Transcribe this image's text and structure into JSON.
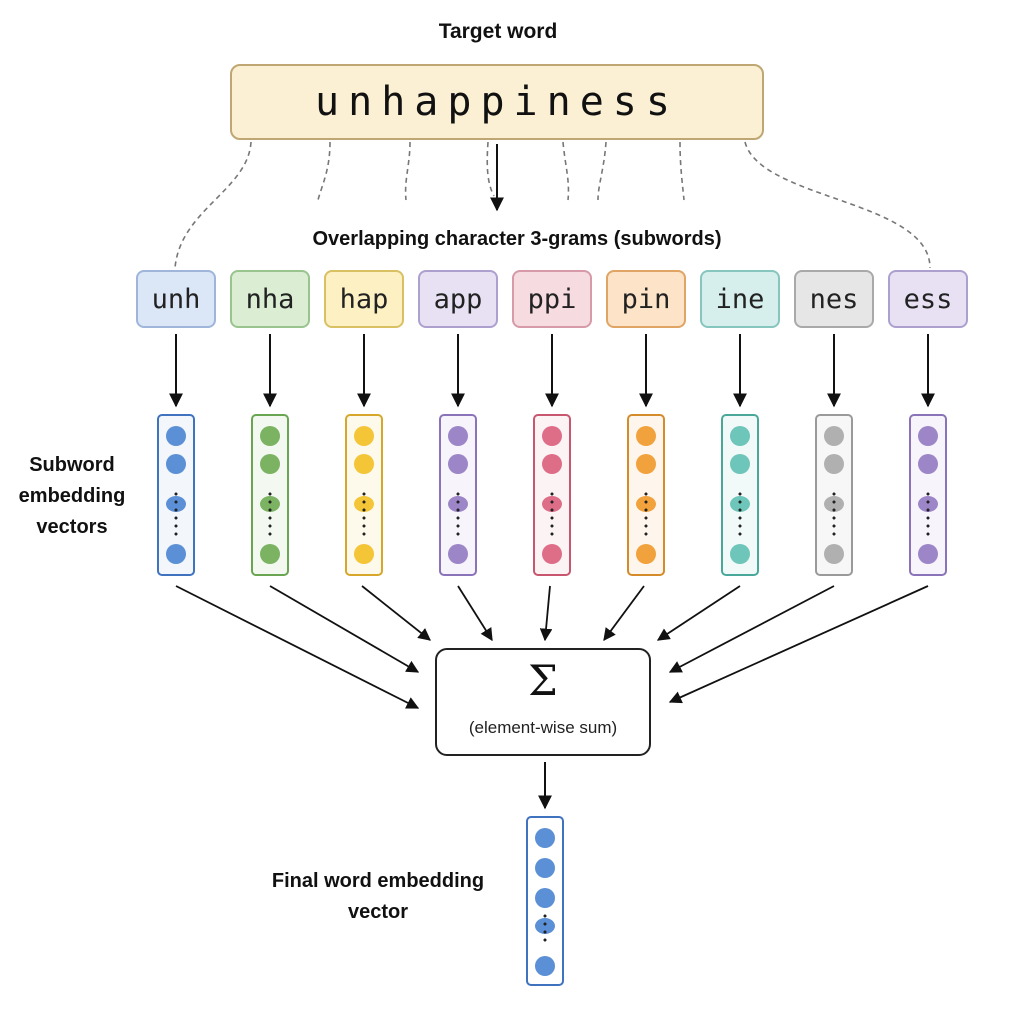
{
  "title": "Target word",
  "word": "unhappiness",
  "ngram_caption": "Overlapping character 3-grams (subwords)",
  "subwords": [
    {
      "text": "unh",
      "fill": "#dbe6f7",
      "border": "#9fb6da",
      "dot": "#5b8fd6",
      "vec_border": "#3f73c0"
    },
    {
      "text": "nha",
      "fill": "#dbeed4",
      "border": "#9ac48e",
      "dot": "#7bb362",
      "vec_border": "#6aa552"
    },
    {
      "text": "hap",
      "fill": "#fdf1c4",
      "border": "#d8c063",
      "dot": "#f3c537",
      "vec_border": "#d6a72a"
    },
    {
      "text": "app",
      "fill": "#e7e1f3",
      "border": "#ada0cf",
      "dot": "#9c86c8",
      "vec_border": "#8a73b9"
    },
    {
      "text": "ppi",
      "fill": "#f6dbe1",
      "border": "#d69aa8",
      "dot": "#de6d88",
      "vec_border": "#c9566f"
    },
    {
      "text": "pin",
      "fill": "#fde3c8",
      "border": "#e0a464",
      "dot": "#f2a23c",
      "vec_border": "#d48c2a"
    },
    {
      "text": "ine",
      "fill": "#d6efec",
      "border": "#86c6be",
      "dot": "#6ec5b9",
      "vec_border": "#4aa89b"
    },
    {
      "text": "nes",
      "fill": "#e6e6e6",
      "border": "#a9a9a9",
      "dot": "#b0b0b0",
      "vec_border": "#9a9a9a"
    },
    {
      "text": "ess",
      "fill": "#e7e1f3",
      "border": "#ada0cf",
      "dot": "#9c86c8",
      "vec_border": "#8a73b9"
    }
  ],
  "subword_vectors_label": "Subword embedding vectors",
  "sum": {
    "symbol": "Σ",
    "caption": "(element-wise sum)"
  },
  "final_label": "Final word embedding vector",
  "final_vector": {
    "dot": "#5b8fd6",
    "border": "#3f73c0"
  }
}
